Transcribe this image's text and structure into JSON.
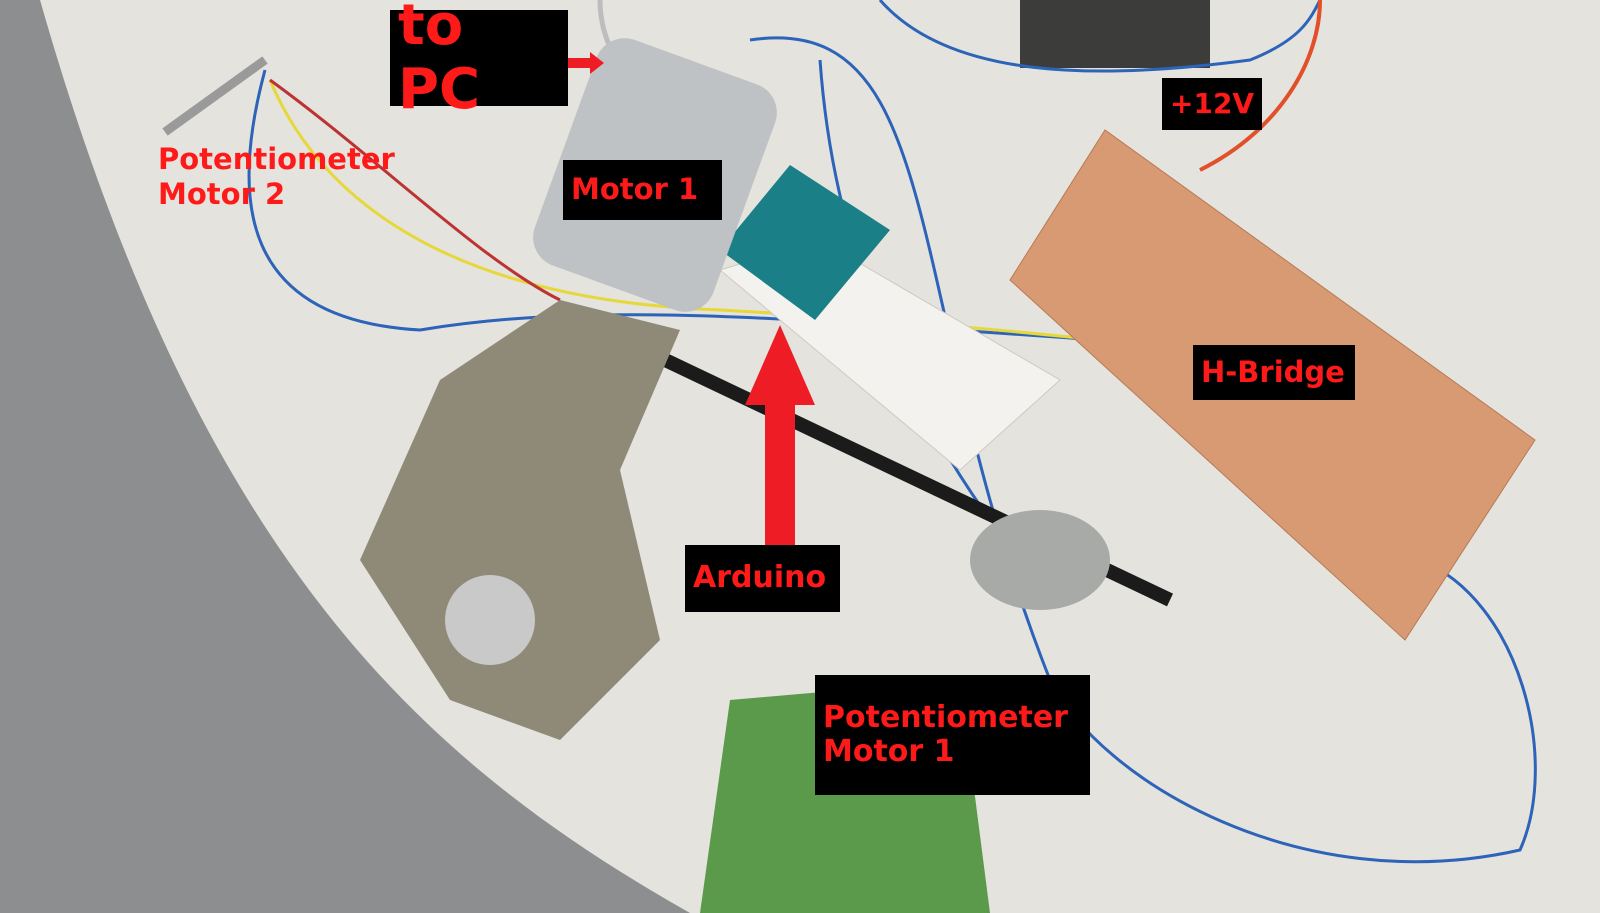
{
  "labels": {
    "to_pc": "to PC",
    "potentiometer_motor2_line1": "Potentiometer",
    "potentiometer_motor2_line2": "Motor 2",
    "motor1": "Motor 1",
    "plus12v": "+12V",
    "h_bridge": "H-Bridge",
    "arduino": "Arduino",
    "potentiometer_motor1_line1": "Potentiometer",
    "potentiometer_motor1_line2": "Motor 1"
  },
  "colors": {
    "label_text": "#ff1a1a",
    "label_bg": "#000000",
    "table": "#e4e3dd",
    "floor": "#8d8e8f",
    "pcb": "#d79a72",
    "arduino": "#1a7f86",
    "stand_gray": "#8f8a78",
    "stand_green": "#5a9a4a"
  }
}
